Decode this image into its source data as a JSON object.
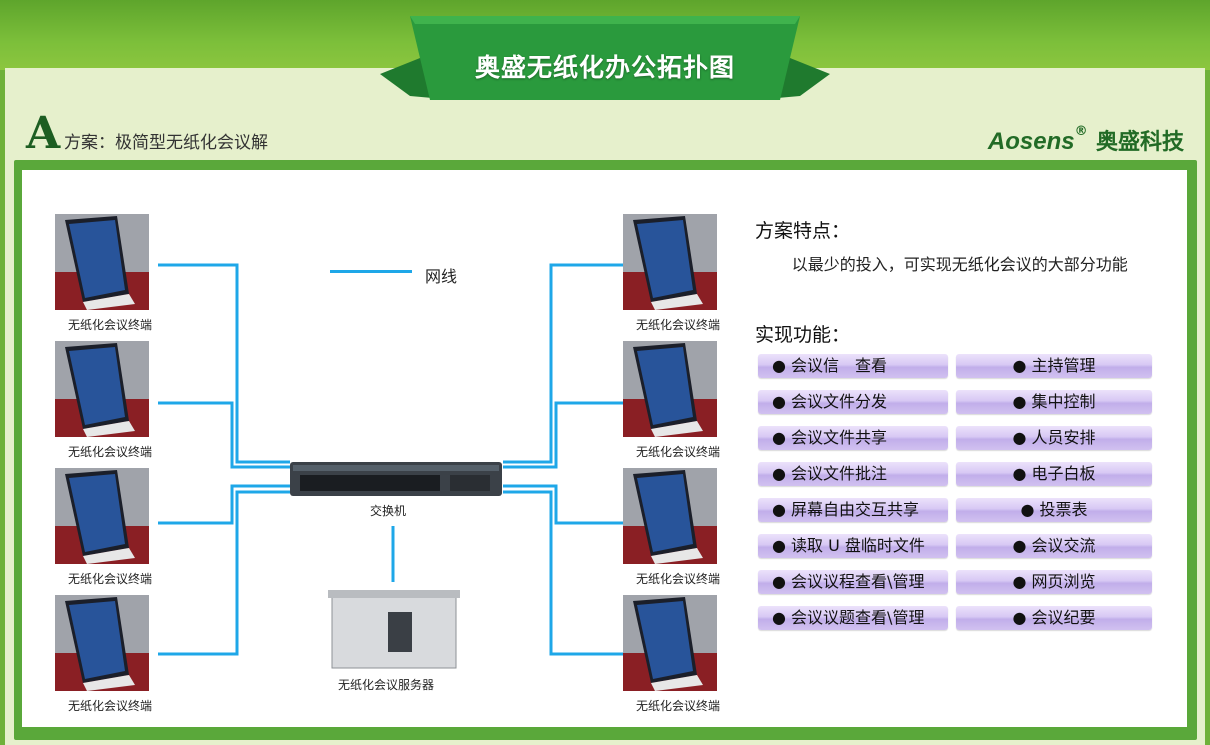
{
  "banner": {
    "title": "奥盛无纸化办公拓扑图"
  },
  "plan": {
    "letter": "A",
    "text": "方案：极简型无纸化会议解"
  },
  "brand": {
    "en": "Aosens",
    "reg": "®",
    "cn": "奥盛科技"
  },
  "diagram": {
    "terminal_label": "无纸化会议终端",
    "legend_label": "网线",
    "switch_label": "交换机",
    "server_label": "无纸化会议服务器"
  },
  "features": {
    "title": "方案特点：",
    "desc": "以最少的投入，可实现无纸化会议的大部分功能"
  },
  "functions": {
    "title": "实现功能：",
    "left": [
      "会议信　查看",
      "会议文件分发",
      "会议文件共享",
      "会议文件批注",
      "屏幕自由交互共享",
      "读取 U 盘临时文件",
      "会议议程查看\\管理",
      "会议议题查看\\管理"
    ],
    "right": [
      "主持管理",
      "集中控制",
      "人员安排",
      "电子白板",
      "投票表",
      "会议交流",
      "网页浏览",
      "会议纪要"
    ]
  },
  "colors": {
    "green": "#2a9a3d",
    "line": "#1ea7e8",
    "pill": "#d7c8f4"
  }
}
